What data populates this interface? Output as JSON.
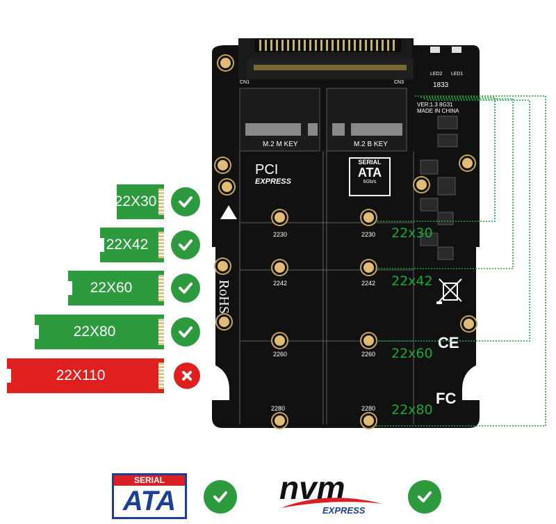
{
  "sizes": [
    {
      "label": "22X30",
      "supported": true
    },
    {
      "label": "22X42",
      "supported": true
    },
    {
      "label": "22X60",
      "supported": true
    },
    {
      "label": "22X80",
      "supported": true
    },
    {
      "label": "22X110",
      "supported": false
    }
  ],
  "board": {
    "slot_m": "M.2 M KEY",
    "slot_b": "M.2 B KEY",
    "pci_top": "PCI",
    "pci_bottom": "EXPRESS",
    "sata_top": "SERIAL",
    "sata_mid": "ATA",
    "sata_bottom": "6Gb/s",
    "rohs": "RoHS",
    "ver": "VER:1.3  8G31",
    "made": "MADE IN CHINA",
    "code": "1833",
    "cn1": "CN1",
    "cn3": "CN3",
    "led2": "LED2",
    "led1": "LED1",
    "positions_left": [
      "2230",
      "2242",
      "2260",
      "2280"
    ],
    "positions_right": [
      "2230",
      "2242",
      "2260",
      "2280"
    ]
  },
  "callouts": [
    "22x30",
    "22x42",
    "22x60",
    "22x80"
  ],
  "bottom": {
    "sata_top": "SERIAL",
    "sata_main": "ATA",
    "nvm_main": "nvm",
    "nvm_sub": "EXPRESS"
  },
  "colors": {
    "ok_green": "#2e9a3e",
    "bad_red": "#e0201e",
    "callout_green": "#19a83a"
  }
}
